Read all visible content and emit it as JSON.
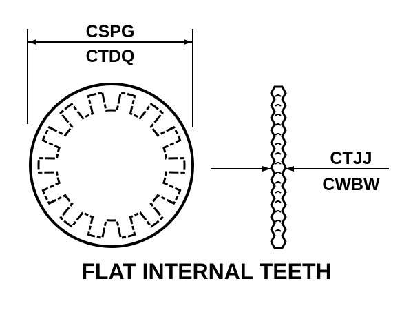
{
  "dimensions": {
    "outer_diameter": {
      "top": "CSPG",
      "bottom": "CTDQ"
    },
    "thickness": {
      "top": "CTJJ",
      "bottom": "CWBW"
    }
  },
  "title": "FLAT INTERNAL TEETH",
  "washer": {
    "teeth_count": 14
  }
}
